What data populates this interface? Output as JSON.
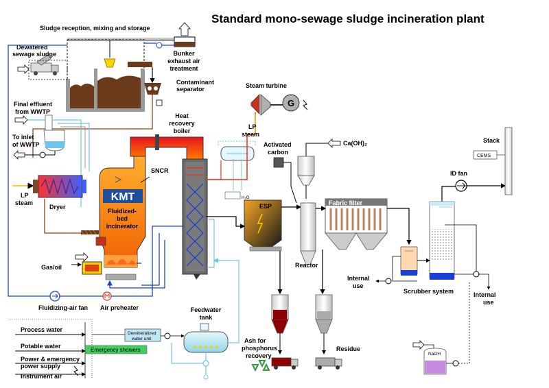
{
  "title": "Standard mono-sewage sludge incineration plant",
  "labels": {
    "sludge_reception": "Sludge reception, mixing and storage",
    "dewatered_1": "Dewatered",
    "dewatered_2": "sewage sludge",
    "bunker_1": "Bunker",
    "bunker_2": "exhaust air",
    "bunker_3": "treatment",
    "contaminant_1": "Contaminant",
    "contaminant_2": "separator",
    "final_effluent_1": "Final effluent",
    "final_effluent_2": "from WWTP",
    "to_inlet_1": "To inlet",
    "to_inlet_2": "of WWTP",
    "lp_steam_1": "LP",
    "lp_steam_2": "steam",
    "dryer": "Dryer",
    "steam_turbine": "Steam turbine",
    "generator": "G",
    "heat_recovery_1": "Heat",
    "heat_recovery_2": "recovery",
    "heat_recovery_3": "boiler",
    "lp_steam_top_1": "LP",
    "lp_steam_top_2": "steam",
    "activated_1": "Activated",
    "activated_2": "carbon",
    "caoh2": "Ca(OH)₂",
    "sncr": "SNCR",
    "kmt": "KMT",
    "incinerator_1": "Fluidized-",
    "incinerator_2": "bed",
    "incinerator_3": "incinerator",
    "esp": "ESP",
    "fabric_filter": "Fabric filter",
    "reactor": "Reactor",
    "stack": "Stack",
    "cems": "CEMS",
    "id_fan": "ID fan",
    "gas_oil": "Gas/oil",
    "fluidizing_air_fan": "Fluidizing-air fan",
    "air_preheater": "Air preheater",
    "internal_use_left_1": "Internal",
    "internal_use_left_2": "use",
    "scrubber_system": "Scrubber system",
    "internal_use_right_1": "Internal",
    "internal_use_right_2": "use",
    "feedwater_1": "Feedwater",
    "feedwater_2": "tank",
    "process_water": "Process water",
    "potable_water": "Potable water",
    "power_1": "Power & emergency",
    "power_2": "power supply",
    "instrument_air": "Instrument air",
    "demin_1": "Demineralized",
    "demin_2": "water unit",
    "emergency_showers": "Emergency showers",
    "ash_1": "Ash for",
    "ash_2": "phosphorus",
    "ash_3": "recovery",
    "residue": "Residue",
    "naoh": "NaOH",
    "h2o": "H₂O"
  },
  "colors": {
    "water_line": "#6ec6e8",
    "air_line": "#1a3fd6",
    "steam_line": "#e8321e",
    "sludge_line": "#8b4513",
    "orange": "#f5a623",
    "sludge_brown": "#6b3a1a",
    "kmt_blue": "#1f4e9c",
    "ash_red": "#8b0000",
    "recycle_green": "#2e9a3a",
    "naoh_purple": "#c78be0"
  }
}
